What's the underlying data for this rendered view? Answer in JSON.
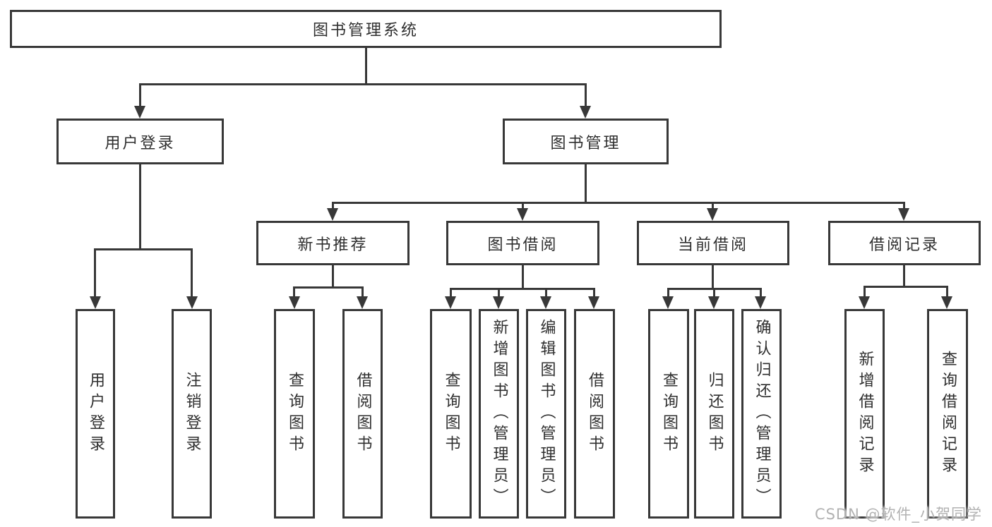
{
  "diagram": {
    "title_node": {
      "label": "图书管理系统"
    },
    "level2": {
      "user_login": {
        "label": "用户登录"
      },
      "book_mgmt": {
        "label": "图书管理"
      }
    },
    "level3": {
      "new_books": {
        "label": "新书推荐"
      },
      "book_borrow": {
        "label": "图书借阅"
      },
      "current_borrow": {
        "label": "当前借阅"
      },
      "borrow_records": {
        "label": "借阅记录"
      }
    },
    "leaves": {
      "user_login_1": {
        "label": "用户登录"
      },
      "user_login_2": {
        "label": "注销登录"
      },
      "new_books_1": {
        "label": "查询图书"
      },
      "new_books_2": {
        "label": "借阅图书"
      },
      "book_borrow_1": {
        "label": "查询图书"
      },
      "book_borrow_2": {
        "label": "新增图书（管理员）"
      },
      "book_borrow_3": {
        "label": "编辑图书（管理员）"
      },
      "book_borrow_4": {
        "label": "借阅图书"
      },
      "current_borrow_1": {
        "label": "查询图书"
      },
      "current_borrow_2": {
        "label": "归还图书"
      },
      "current_borrow_3": {
        "label": "确认归还（管理员）"
      },
      "borrow_records_1": {
        "label": "新增借阅记录"
      },
      "borrow_records_2": {
        "label": "查询借阅记录"
      }
    },
    "colors": {
      "line": "#383838",
      "text": "#2f2f2f",
      "background": "#ffffff",
      "watermark": "#b2b2b2"
    }
  },
  "watermark": {
    "text": "CSDN @软件_小贺同学"
  }
}
